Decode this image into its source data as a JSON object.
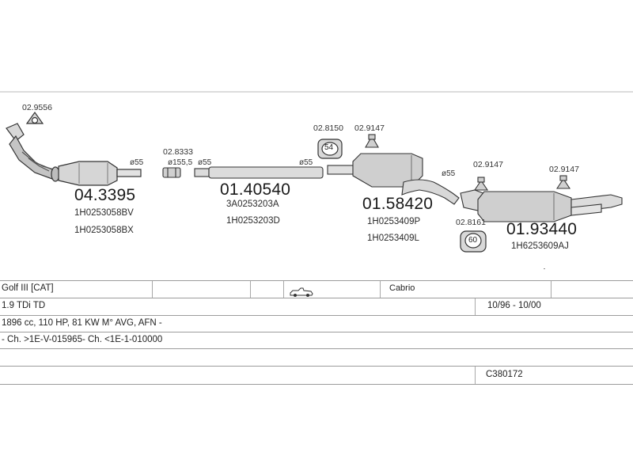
{
  "diagram": {
    "parts": [
      {
        "number": "04.3395",
        "oem": [
          "1H0253058BV",
          "1H0253058BX"
        ]
      },
      {
        "number": "01.40540",
        "oem": [
          "3A0253203A",
          "1H0253203D"
        ]
      },
      {
        "number": "01.58420",
        "oem": [
          "1H0253409P",
          "1H0253409L"
        ]
      },
      {
        "number": "01.93440",
        "oem": [
          "1H6253609AJ"
        ]
      }
    ],
    "accessories": [
      {
        "number": "02.9556"
      },
      {
        "number": "02.8333"
      },
      {
        "number": "02.8150",
        "badge": "54"
      },
      {
        "number": "02.9147"
      },
      {
        "number": "02.9147"
      },
      {
        "number": "02.9147"
      },
      {
        "number": "02.8161",
        "badge": "60"
      }
    ],
    "diameters": [
      "ø55",
      "ø155,5",
      "ø55",
      "ø55",
      "ø55"
    ]
  },
  "vehicle": {
    "model": "Golf III  [CAT]",
    "body": "Cabrio",
    "engine": "1.9 TDi TD",
    "years": "10/96 - 10/00",
    "specs": "1896 cc, 110 HP, 81 KW M° AVG, AFN -",
    "chassis": "- Ch. >1E-V-015965- Ch. <1E-1-010000",
    "code": "C380172"
  },
  "icons": {
    "body_type": "convertible-car-icon"
  }
}
